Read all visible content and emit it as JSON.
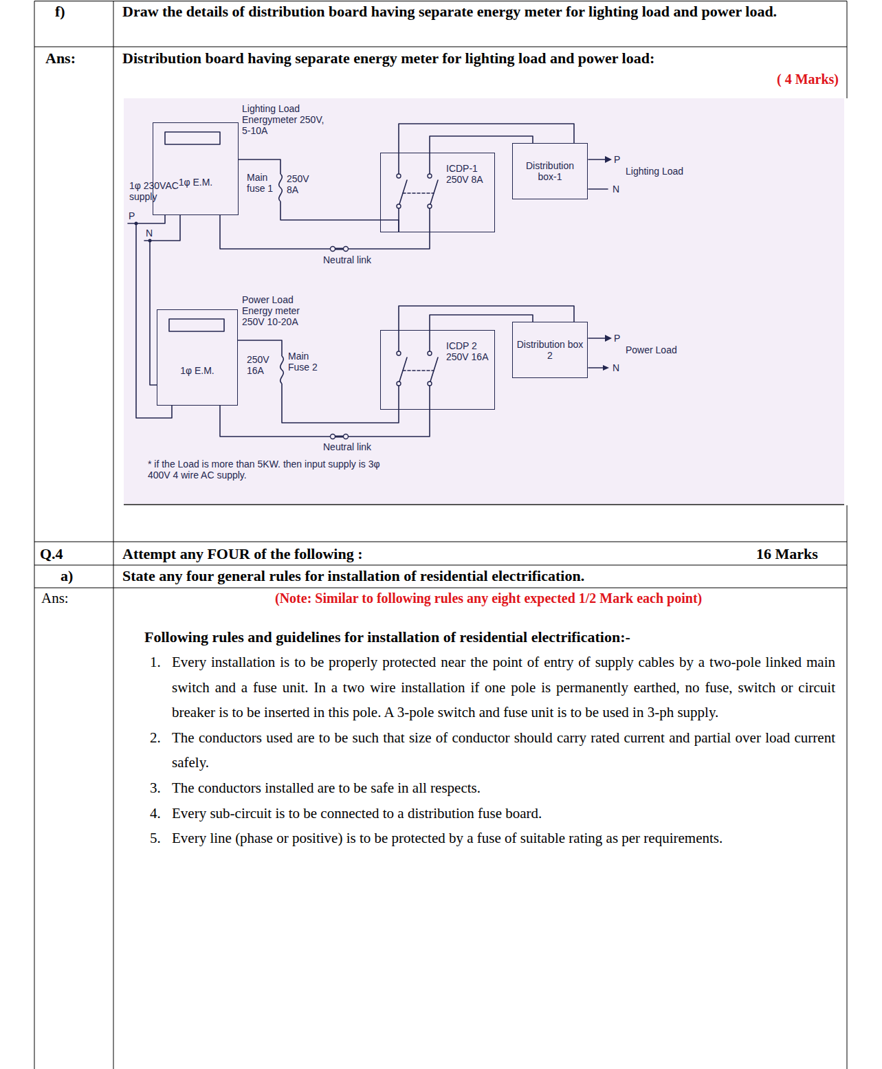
{
  "diagram": {
    "nodes": [
      {
        "text": [
          "1φ E.M."
        ]
      },
      {
        "text": [
          "ICDP-1 250V 8A"
        ]
      },
      {
        "text": [
          "Distribution box-1"
        ]
      },
      {
        "text": [
          "1φ E.M."
        ]
      },
      {
        "text": [
          "ICDP 2 250V 16A"
        ]
      },
      {
        "text": [
          "Distribution box 2"
        ]
      }
    ],
    "edges": [
      {
        "from": 0,
        "to": 1,
        "arrow": "none"
      },
      {
        "from": 0,
        "to": 1,
        "arrow": "none"
      },
      {
        "from": 1,
        "to": 2,
        "arrow": "none"
      },
      {
        "from": 1,
        "to": 2,
        "arrow": "none"
      },
      {
        "from": 3,
        "to": 4,
        "arrow": "none"
      },
      {
        "from": 3,
        "to": 4,
        "arrow": "none"
      },
      {
        "from": 4,
        "to": 5,
        "arrow": "none"
      },
      {
        "from": 4,
        "to": 5,
        "arrow": "none"
      }
    ],
    "labels": [
      "f)",
      "Draw the details of distribution board having separate energy meter for lighting load and power load.",
      "Ans:",
      "Distribution board having separate energy meter for lighting load and power load:",
      "( 4 Marks)",
      "Lighting Load Energymeter 250V, 5-10A",
      "Main fuse 1",
      "250V 8A",
      "1φ 230VAC supply",
      "P",
      "N",
      "Neutral link",
      "P",
      "Lighting Load",
      "N",
      "Power Load Energy meter 250V 10-20A",
      "250V 16A",
      "Main Fuse 2",
      "Neutral link",
      "P",
      "Power Load",
      "N",
      "* if the Load is more than 5KW. then input supply is 3φ 400V 4 wire AC supply.",
      "Q.4",
      "Attempt any FOUR of the following :",
      "16 Marks",
      "a)",
      "State any four general rules for installation of residential electrification.",
      "Ans:",
      "(Note: Similar to following rules any eight expected 1/2 Mark each point)",
      "Following rules and guidelines for installation of residential electrification:-",
      "1.",
      "Every installation is to be properly protected near the point of entry of supply cables by a two-pole linked main switch and a fuse unit. In a two wire installation if one pole is permanently earthed, no fuse, switch or circuit breaker is to be inserted in this pole. A 3-pole switch and fuse unit is to be used in 3-ph supply.",
      "2.",
      "The conductors used are to be such that size of conductor should carry rated current and partial over load current safely.",
      "3.",
      "The conductors installed are to be safe in all respects.",
      "4.",
      "Every sub-circuit is to be connected to a distribution fuse board.",
      "5.",
      "Every line (phase or positive) is to be protected by a fuse of suitable rating as per requirements."
    ]
  }
}
